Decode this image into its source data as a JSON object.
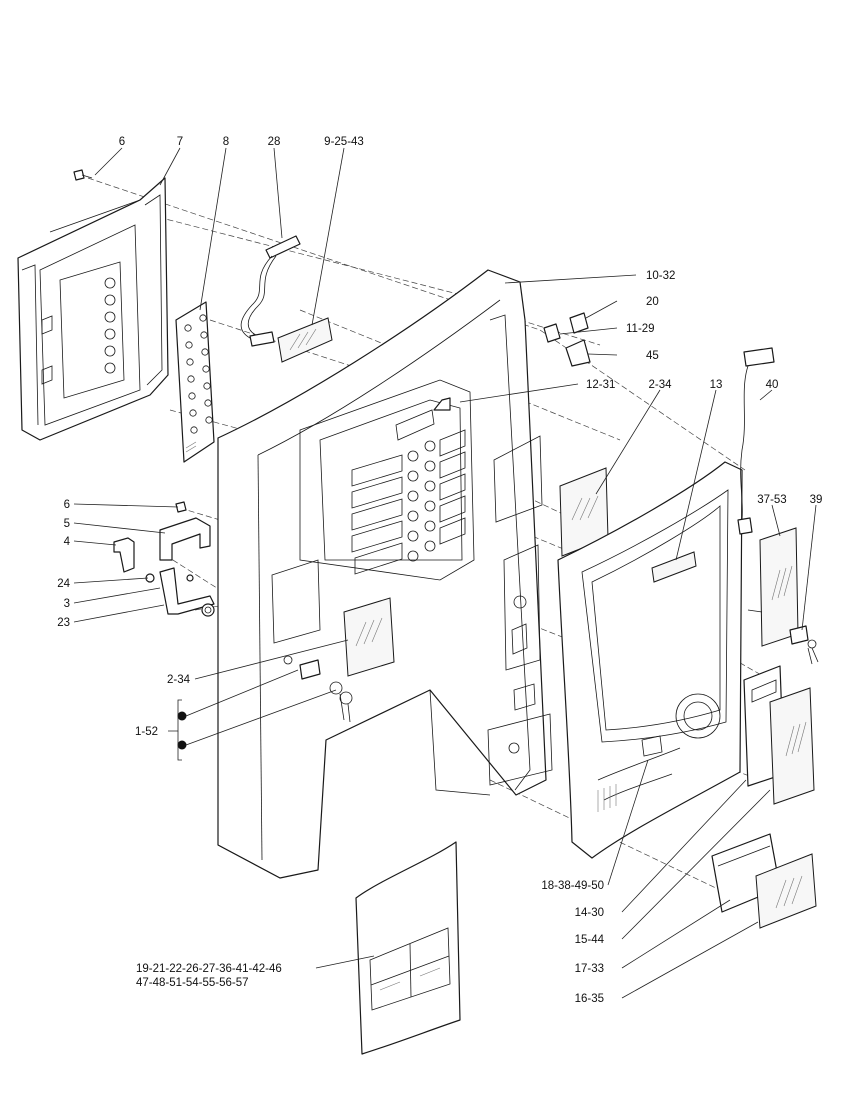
{
  "labels": {
    "l_6_top": "6",
    "l_7": "7",
    "l_8": "8",
    "l_28": "28",
    "l_9_25_43": "9-25-43",
    "l_10_32": "10-32",
    "l_20": "20",
    "l_11_29": "11-29",
    "l_45": "45",
    "l_12_31": "12-31",
    "l_2_34_top": "2-34",
    "l_13": "13",
    "l_40": "40",
    "l_37_53": "37-53",
    "l_39": "39",
    "l_6_mid": "6",
    "l_5": "5",
    "l_4": "4",
    "l_24": "24",
    "l_3": "3",
    "l_23": "23",
    "l_2_34_mid": "2-34",
    "l_1_52": "1-52",
    "l_18_38_49_50": "18-38-49-50",
    "l_14_30": "14-30",
    "l_15_44": "15-44",
    "l_17_33": "17-33",
    "l_16_35": "16-35",
    "l_bag_line1": "19-21-22-26-27-36-41-42-46",
    "l_bag_line2": "47-48-51-54-55-56-57"
  }
}
